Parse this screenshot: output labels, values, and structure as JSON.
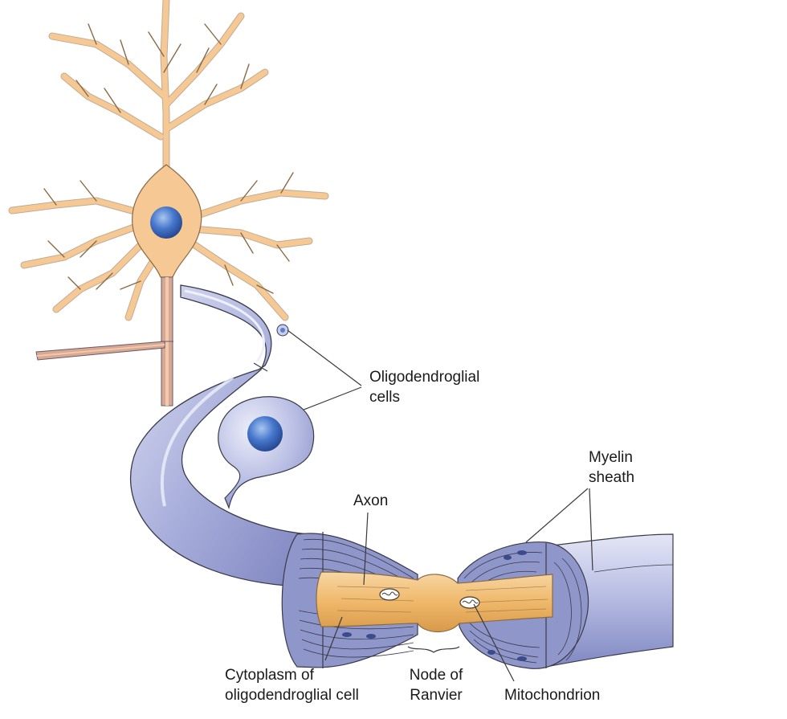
{
  "labels": {
    "oligodendroglial_line1": "Oligodendroglial",
    "oligodendroglial_line2": "cells",
    "myelin_line1": "Myelin",
    "myelin_line2": "sheath",
    "axon": "Axon",
    "cytoplasm_line1": "Cytoplasm of",
    "cytoplasm_line2": "oligodendroglial cell",
    "node_line1": "Node of",
    "node_line2": "Ranvier",
    "mitochondrion": "Mitochondrion"
  },
  "colors": {
    "neuron_body": "#f5c894",
    "neuron_outline": "#8a6a44",
    "nucleus": "#3f6fc2",
    "myelin": "#aab0dc",
    "myelin_dark": "#6f76b4",
    "myelin_light": "#d6d9f0",
    "axon": "#efb86a",
    "outline": "#3a3a4a",
    "leader_line": "#3a3a3a"
  }
}
